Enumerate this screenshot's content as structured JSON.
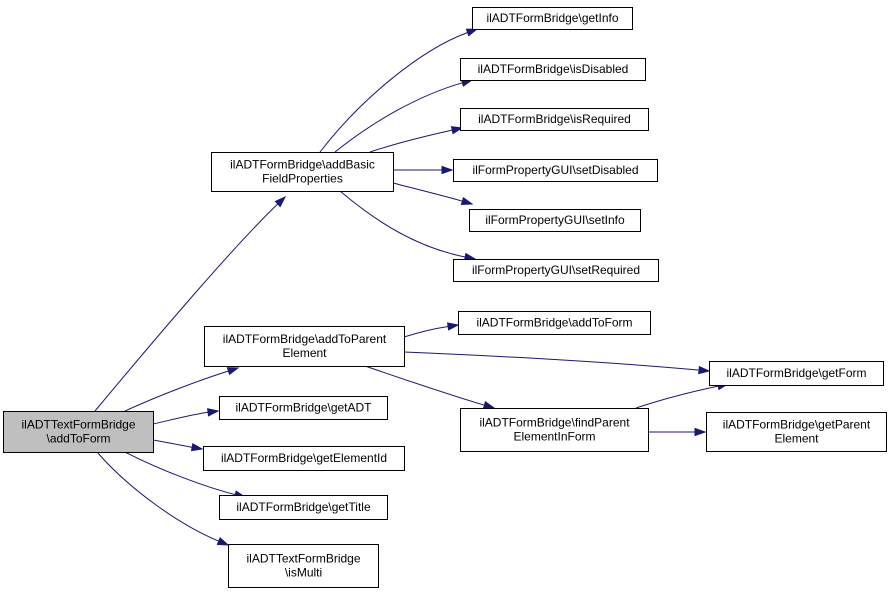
{
  "diagram": {
    "type": "call-graph",
    "colors": {
      "edge": "#191970",
      "node_border": "#000000",
      "node_fill": "#ffffff",
      "root_fill": "#bfbfbf"
    },
    "nodes": [
      {
        "id": "root",
        "lines": [
          "ilADTTextFormBridge",
          "\\addToForm"
        ],
        "root": true
      },
      {
        "id": "addBasicFieldProperties",
        "lines": [
          "ilADTFormBridge\\addBasic",
          "FieldProperties"
        ]
      },
      {
        "id": "getInfo",
        "lines": [
          "ilADTFormBridge\\getInfo"
        ]
      },
      {
        "id": "isDisabled",
        "lines": [
          "ilADTFormBridge\\isDisabled"
        ]
      },
      {
        "id": "isRequired",
        "lines": [
          "ilADTFormBridge\\isRequired"
        ]
      },
      {
        "id": "setDisabled",
        "lines": [
          "ilFormPropertyGUI\\setDisabled"
        ]
      },
      {
        "id": "setInfo",
        "lines": [
          "ilFormPropertyGUI\\setInfo"
        ]
      },
      {
        "id": "setRequired",
        "lines": [
          "ilFormPropertyGUI\\setRequired"
        ]
      },
      {
        "id": "addToParentElement",
        "lines": [
          "ilADTFormBridge\\addToParent",
          "Element"
        ]
      },
      {
        "id": "addToForm",
        "lines": [
          "ilADTFormBridge\\addToForm"
        ]
      },
      {
        "id": "getForm",
        "lines": [
          "ilADTFormBridge\\getForm"
        ]
      },
      {
        "id": "findParentElementInForm",
        "lines": [
          "ilADTFormBridge\\findParent",
          "ElementInForm"
        ]
      },
      {
        "id": "getParentElement",
        "lines": [
          "ilADTFormBridge\\getParent",
          "Element"
        ]
      },
      {
        "id": "getADT",
        "lines": [
          "ilADTFormBridge\\getADT"
        ]
      },
      {
        "id": "getElementId",
        "lines": [
          "ilADTFormBridge\\getElementId"
        ]
      },
      {
        "id": "getTitle",
        "lines": [
          "ilADTFormBridge\\getTitle"
        ]
      },
      {
        "id": "isMulti",
        "lines": [
          "ilADTTextFormBridge",
          "\\isMulti"
        ]
      }
    ],
    "edges": [
      {
        "from": "root",
        "to": "addBasicFieldProperties"
      },
      {
        "from": "root",
        "to": "addToParentElement"
      },
      {
        "from": "root",
        "to": "getADT"
      },
      {
        "from": "root",
        "to": "getElementId"
      },
      {
        "from": "root",
        "to": "getTitle"
      },
      {
        "from": "root",
        "to": "isMulti"
      },
      {
        "from": "addBasicFieldProperties",
        "to": "getInfo"
      },
      {
        "from": "addBasicFieldProperties",
        "to": "isDisabled"
      },
      {
        "from": "addBasicFieldProperties",
        "to": "isRequired"
      },
      {
        "from": "addBasicFieldProperties",
        "to": "setDisabled"
      },
      {
        "from": "addBasicFieldProperties",
        "to": "setInfo"
      },
      {
        "from": "addBasicFieldProperties",
        "to": "setRequired"
      },
      {
        "from": "addToParentElement",
        "to": "addToForm"
      },
      {
        "from": "addToParentElement",
        "to": "getForm"
      },
      {
        "from": "addToParentElement",
        "to": "findParentElementInForm"
      },
      {
        "from": "findParentElementInForm",
        "to": "getForm"
      },
      {
        "from": "findParentElementInForm",
        "to": "getParentElement"
      }
    ]
  }
}
